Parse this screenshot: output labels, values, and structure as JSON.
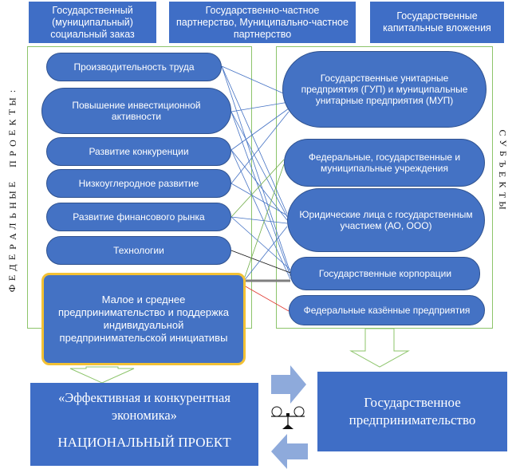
{
  "top_boxes": [
    "Государственный (муниципальный) социальный заказ",
    "Государственно-частное партнерство, Муниципально-частное партнерство",
    "Государственные капитальные вложения"
  ],
  "left_label": "ФЕДЕРАЛЬНЫЕ ПРОЕКТЫ:",
  "right_label": "СУБЪЕКТЫ",
  "projects": [
    "Производительность труда",
    "Повышение инвестиционной активности",
    "Развитие конкуренции",
    "Низкоуглеродное развитие",
    "Развитие финансового рынка",
    "Технологии"
  ],
  "highlighted_project": "Малое и среднее предпринимательство и поддержка индивидуальной предпринимательской инициативы",
  "subjects": [
    "Государственные унитарные предприятия (ГУП) и муниципальные унитарные предприятия (МУП)",
    "Федеральные, государственные и муниципальные учреждения",
    "Юридические лица с государственным участием (АО, ООО)",
    "Государственные корпорации",
    "Федеральные казённые предприятия"
  ],
  "national_project": {
    "title": "«Эффективная и конкурентная экономика»",
    "subtitle": "НАЦИОНАЛЬНЫЙ ПРОЕКТ"
  },
  "state_business": "Государственное предпринимательство",
  "colors": {
    "box_blue": "#3f6ec6",
    "pill_blue": "#4472c4",
    "panel_border": "#8cc46a",
    "highlight_border": "#f3c134",
    "arrow_blue": "#8eaadb",
    "line_blue": "#4472c4",
    "line_green": "#70ad47",
    "line_red": "#e0352c"
  },
  "icons": [
    "scales-icon"
  ]
}
